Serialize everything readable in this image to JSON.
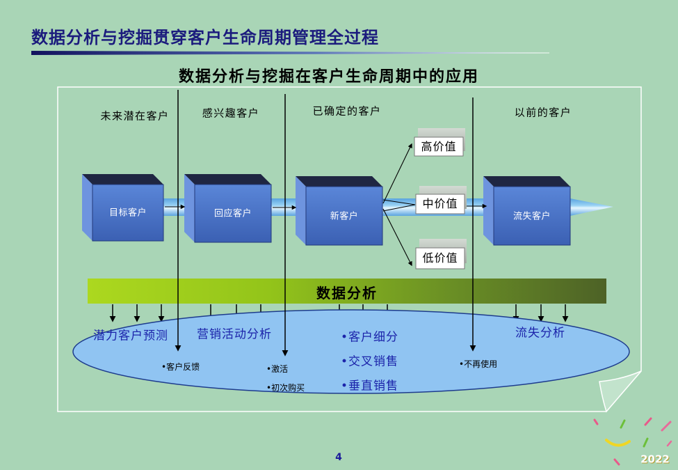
{
  "slide": {
    "title": "数据分析与挖掘贯穿客户生命周期管理全过程",
    "subtitle": "数据分析与挖掘在客户生命周期中的应用",
    "page_number": "4",
    "year_badge": "2022"
  },
  "stages": [
    "未来潜在客户",
    "感兴趣客户",
    "已确定的客户",
    "以前的客户"
  ],
  "customer_boxes": [
    "目标客户",
    "回应客户",
    "新客户",
    "流失客户"
  ],
  "value_tiers": [
    "高价值",
    "中价值",
    "低价值"
  ],
  "analysis_bar": {
    "label": "数据分析"
  },
  "analysis_areas": {
    "potential_forecast": "潜力客户预测",
    "campaign_analysis": "营销活动分析",
    "customer_analytics": [
      "•客户细分",
      "•交叉销售",
      "•垂直销售"
    ],
    "churn_analysis": "流失分析"
  },
  "transition_events": {
    "to_interested": [
      "•客户反馈"
    ],
    "to_confirmed": [
      "•激活",
      "•初次购买"
    ],
    "to_former": [
      "•不再使用"
    ]
  },
  "colors": {
    "background": "#a9d5b6",
    "title": "#1b1b7d",
    "box_front": "#5a86d8",
    "box_top": "#1f2642",
    "box_side": "#6e94df",
    "pipe": "#98d1f4",
    "value_shadow": "#a4aca4",
    "bar_start": "#acd81f",
    "bar_end": "#4d6226",
    "ellipse_fill": "#90c4f2",
    "ellipse_stroke": "#1d3b8d",
    "ellipse_text": "#1c24aa",
    "page_number": "#1a1a99"
  }
}
